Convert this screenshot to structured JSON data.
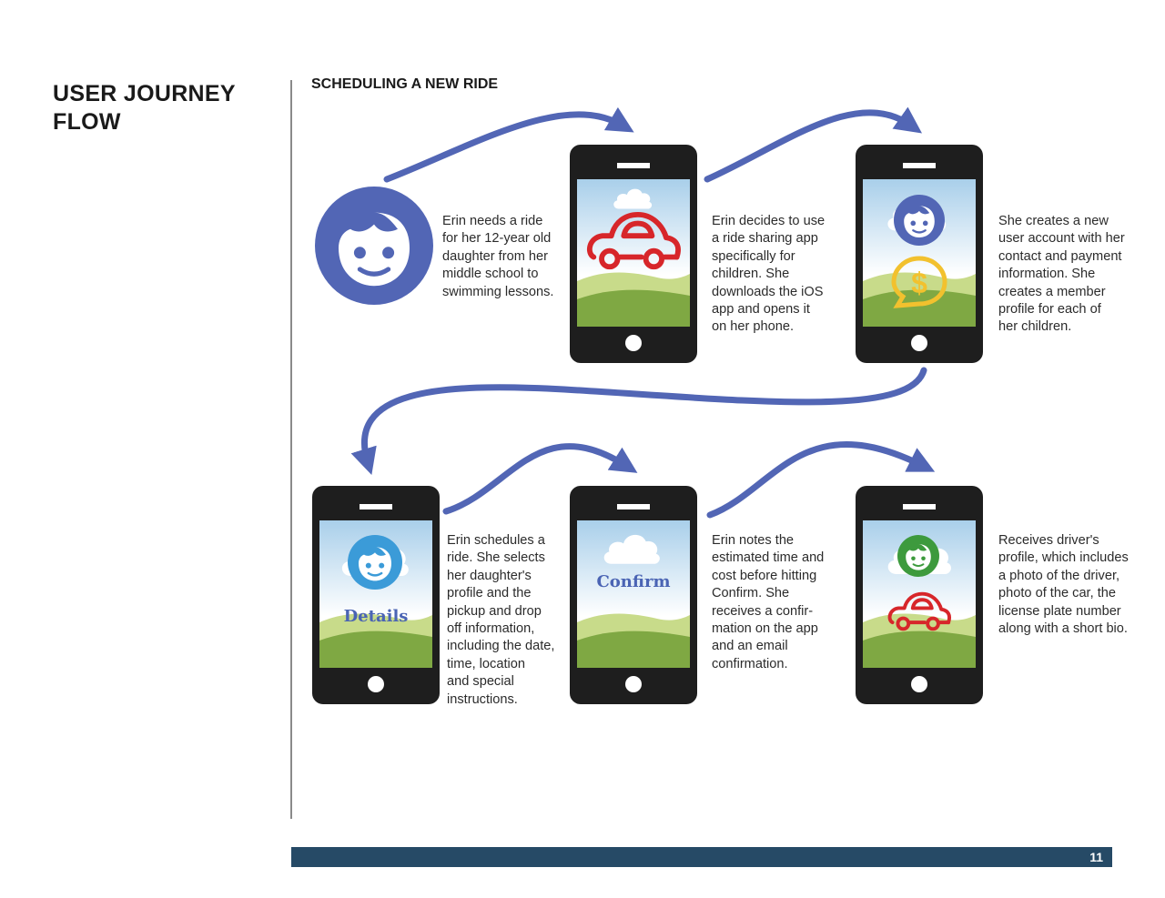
{
  "page": {
    "title_lines": [
      "USER JOURNEY",
      "FLOW"
    ],
    "section_title": "SCHEDULING A NEW RIDE",
    "page_number": "11"
  },
  "colors": {
    "arrow": "#5266b5",
    "phone_body": "#1e1e1e",
    "avatar": "#5266b5",
    "car_red": "#d7262a",
    "coin_yellow": "#f2c12e",
    "avatar_green": "#3d9a3d",
    "avatar_blue": "#3b9bd8",
    "footer": "#264a66"
  },
  "steps": [
    {
      "icon": "user-avatar-icon",
      "lines": [
        "Erin needs a ride",
        "for her 12-year old",
        "daughter from her",
        "middle school to",
        "swimming lessons."
      ]
    },
    {
      "icon": "phone-car-icon",
      "lines": [
        "Erin decides to use",
        "a ride sharing app",
        "specifically for",
        "children. She",
        "downloads the iOS",
        "app and opens it",
        "on her phone."
      ]
    },
    {
      "icon": "phone-profile-payment-icon",
      "lines": [
        "She creates a new",
        "user account with her",
        "contact and payment",
        "information. She",
        "creates a member",
        "profile for each of",
        "her children."
      ]
    },
    {
      "icon": "phone-details-icon",
      "screen_label": "Details",
      "lines": [
        "Erin schedules a",
        "ride. She selects",
        "her daughter's",
        "profile and the",
        "pickup and drop",
        "off information,",
        "including the date,",
        "time, location",
        "and special",
        "instructions."
      ]
    },
    {
      "icon": "phone-confirm-icon",
      "screen_label": "Confirm",
      "lines": [
        "Erin notes the",
        "estimated time and",
        "cost before hitting",
        "Confirm. She",
        "receives a confir-",
        "mation on the app",
        "and an email",
        "confirmation."
      ]
    },
    {
      "icon": "phone-driver-profile-icon",
      "lines": [
        "Receives driver's",
        "profile, which includes",
        "a photo of the driver,",
        "photo of the car, the",
        "license plate number",
        "along with a short bio."
      ]
    }
  ]
}
